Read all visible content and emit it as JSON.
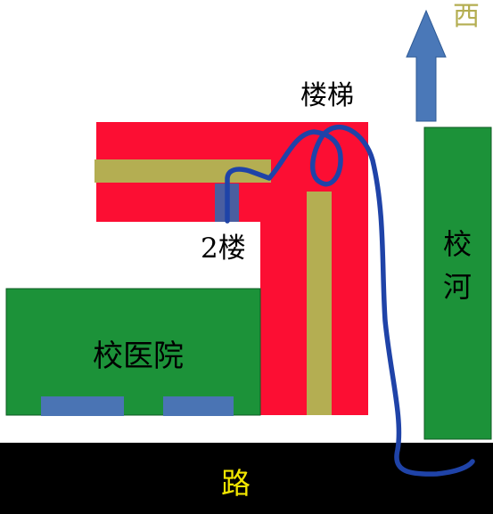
{
  "labels": {
    "west": "西",
    "stairs": "楼梯",
    "floor2": "2楼",
    "clinic": "校医院",
    "river": "校河",
    "road": "路"
  },
  "colors": {
    "background": "#ffffff",
    "building_red": "#fc0e33",
    "corridor_olive": "#b4ae52",
    "clinic_green": "#1c9239",
    "river_green": "#1c9239",
    "door_blue": "#4a74b4",
    "floor2_marker": "#4a5ea0",
    "route_line": "#1f43a8",
    "arrow_blue": "#4a78b8",
    "road_black": "#000000",
    "label_olive": "#b4ae52",
    "label_yellow": "#f2e600",
    "label_black": "#000000"
  }
}
